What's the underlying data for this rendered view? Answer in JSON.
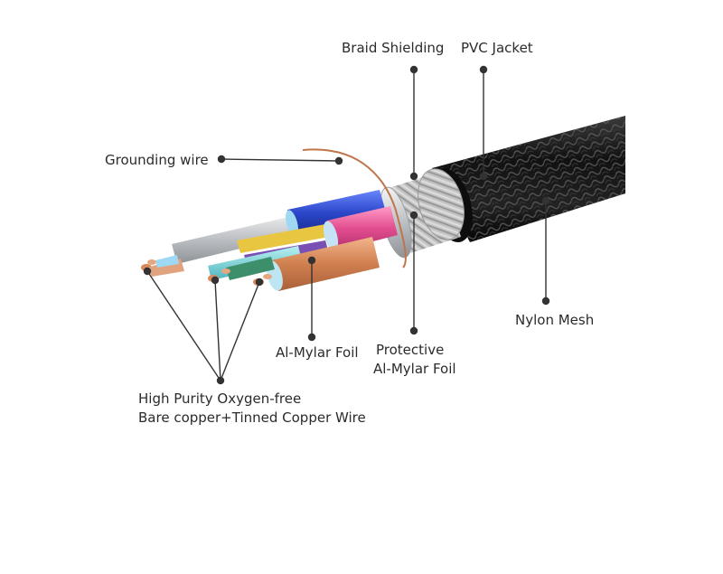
{
  "labels": {
    "braid_shielding": "Braid Shielding",
    "pvc_jacket": "PVC Jacket",
    "grounding_wire": "Grounding wire",
    "nylon_mesh": "Nylon Mesh",
    "al_mylar_foil": "Al-Mylar Foil",
    "protective_line1": "Protective",
    "protective_line2": "Al-Mylar Foil",
    "copper_line1": "High Purity Oxygen-free",
    "copper_line2": "Bare copper+Tinned Copper Wire"
  },
  "colors": {
    "label_text": "#2b2b2b",
    "leader_line": "#333333",
    "jacket": "#1a1a1a",
    "braid": "#c9c9c9",
    "copper": "#d98a5c",
    "blue_wire": "#2f4fd0",
    "pink_wire": "#e85a9a",
    "foil_silver": "#d7d9dc"
  }
}
